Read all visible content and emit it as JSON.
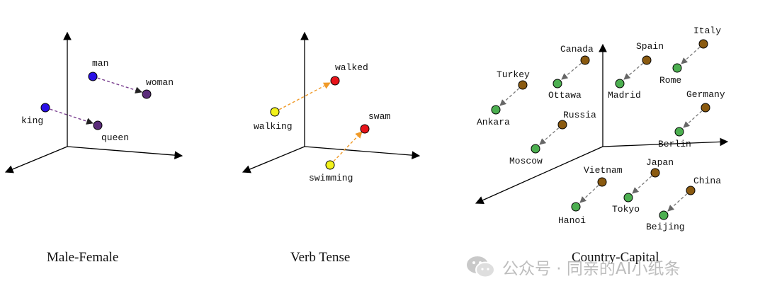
{
  "panels": [
    {
      "caption": "Male-Female",
      "points": {
        "man": {
          "label": "man",
          "color": "#2a10e6"
        },
        "woman": {
          "label": "woman",
          "color": "#5b2c7a"
        },
        "king": {
          "label": "king",
          "color": "#2a10e6"
        },
        "queen": {
          "label": "queen",
          "color": "#5b2c7a"
        }
      },
      "arrow_color": "#7a3f8f"
    },
    {
      "caption": "Verb Tense",
      "points": {
        "walked": {
          "label": "walked",
          "color": "#e8141a"
        },
        "walking": {
          "label": "walking",
          "color": "#f2f21b"
        },
        "swam": {
          "label": "swam",
          "color": "#e8141a"
        },
        "swimming": {
          "label": "swimming",
          "color": "#f2f21b"
        }
      },
      "arrow_color": "#f09a28"
    },
    {
      "caption": "Country-Capital",
      "points": {
        "italy": {
          "label": "Italy",
          "color": "#8a5a10"
        },
        "rome": {
          "label": "Rome",
          "color": "#4caf50"
        },
        "canada": {
          "label": "Canada",
          "color": "#8a5a10"
        },
        "ottawa": {
          "label": "Ottawa",
          "color": "#4caf50"
        },
        "spain": {
          "label": "Spain",
          "color": "#8a5a10"
        },
        "madrid": {
          "label": "Madrid",
          "color": "#4caf50"
        },
        "turkey": {
          "label": "Turkey",
          "color": "#8a5a10"
        },
        "ankara": {
          "label": "Ankara",
          "color": "#4caf50"
        },
        "germany": {
          "label": "Germany",
          "color": "#8a5a10"
        },
        "berlin": {
          "label": "Berlin",
          "color": "#4caf50"
        },
        "russia": {
          "label": "Russia",
          "color": "#8a5a10"
        },
        "moscow": {
          "label": "Moscow",
          "color": "#4caf50"
        },
        "vietnam": {
          "label": "Vietnam",
          "color": "#8a5a10"
        },
        "hanoi": {
          "label": "Hanoi",
          "color": "#4caf50"
        },
        "japan": {
          "label": "Japan",
          "color": "#8a5a10"
        },
        "tokyo": {
          "label": "Tokyo",
          "color": "#4caf50"
        },
        "china": {
          "label": "China",
          "color": "#8a5a10"
        },
        "beijing": {
          "label": "Beijing",
          "color": "#4caf50"
        }
      },
      "arrow_color": "#777777"
    }
  ],
  "watermark": {
    "text": "公众号 · 同亲的AI小纸条",
    "icon": "wechat-icon"
  },
  "axis_color": "#000000"
}
